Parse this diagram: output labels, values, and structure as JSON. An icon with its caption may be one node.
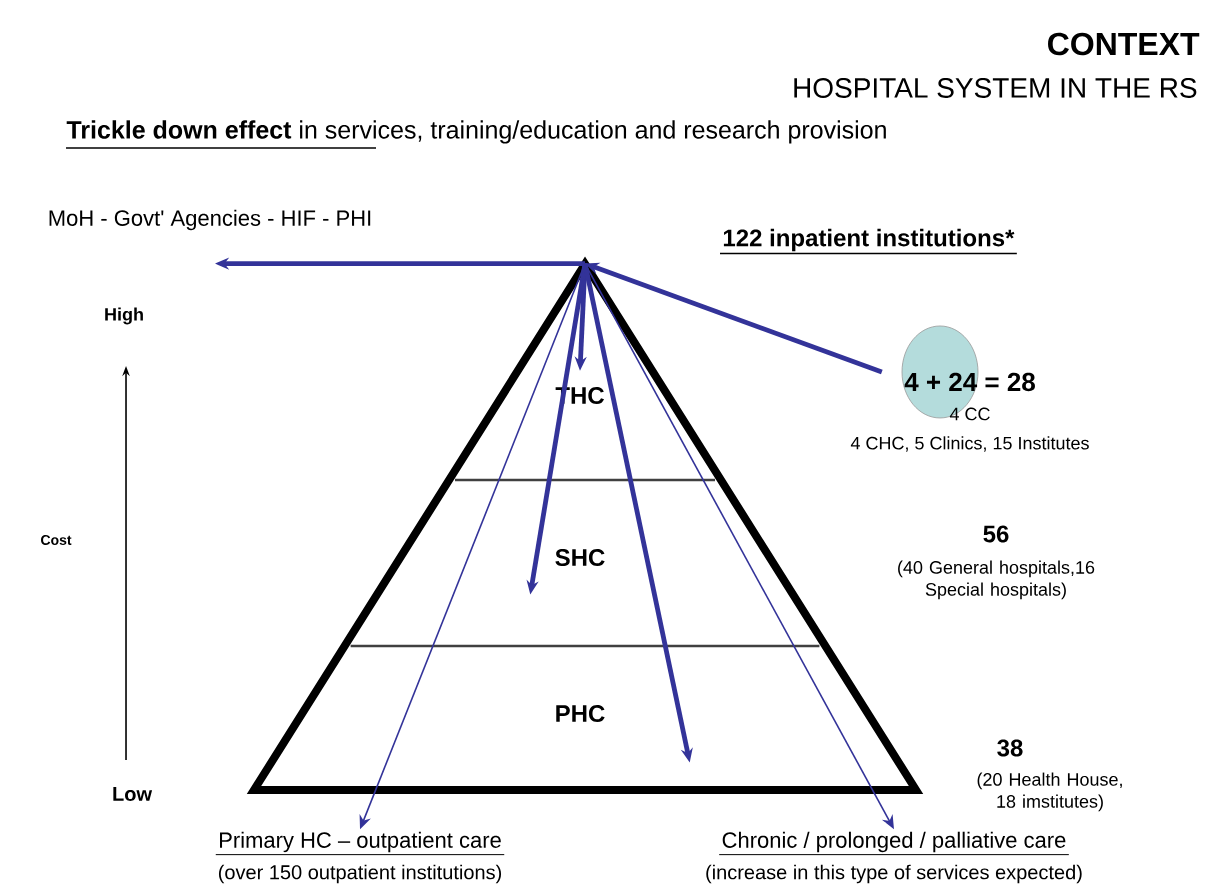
{
  "diagram": {
    "title": "CONTEXT",
    "nodes": [
      {
        "text": [
          "MoH  -  Govt' Agencies  -  HIF  -  PHI"
        ]
      },
      {
        "text": [],
        "shape": "triangle"
      },
      {
        "text": [
          "THC"
        ],
        "in": 1
      },
      {
        "text": [
          "SHC"
        ],
        "in": 1
      },
      {
        "text": [
          "PHC"
        ],
        "in": 1
      },
      {
        "text": [
          "4 + 24 = 28"
        ],
        "beside": [
          "4 CC",
          "4 CHC, 5 Clinics, 15 Institutes"
        ]
      },
      {
        "text": [
          "Primary HC – outpatient care"
        ],
        "beside": [
          "(over 150 outpatient institutions)"
        ]
      },
      {
        "text": [
          "Chronic / prolonged / palliative care"
        ],
        "beside": [
          "(increase in this type of services expected)"
        ]
      }
    ],
    "edges": [
      {
        "from": 1,
        "to": 0,
        "arrow": "to"
      },
      {
        "from": 5,
        "to": 1,
        "arrow": "to"
      },
      {
        "from": 1,
        "to": 2,
        "arrow": "to"
      },
      {
        "from": 1,
        "to": 3,
        "arrow": "to"
      },
      {
        "from": 1,
        "to": 4,
        "arrow": "to"
      },
      {
        "from": 1,
        "to": 6,
        "arrow": "to"
      },
      {
        "from": 1,
        "to": 7,
        "arrow": "to"
      }
    ],
    "labels": [
      "HOSPITAL SYSTEM IN THE RS",
      "**Trickle down effect** in services, training/education and research provision",
      "122 inpatient institutions*",
      "High",
      "Cost",
      "Low",
      "56",
      "(40 General hospitals,16 Special hospitals)",
      "38",
      "(20 Health House, 18 imstitutes)"
    ]
  }
}
